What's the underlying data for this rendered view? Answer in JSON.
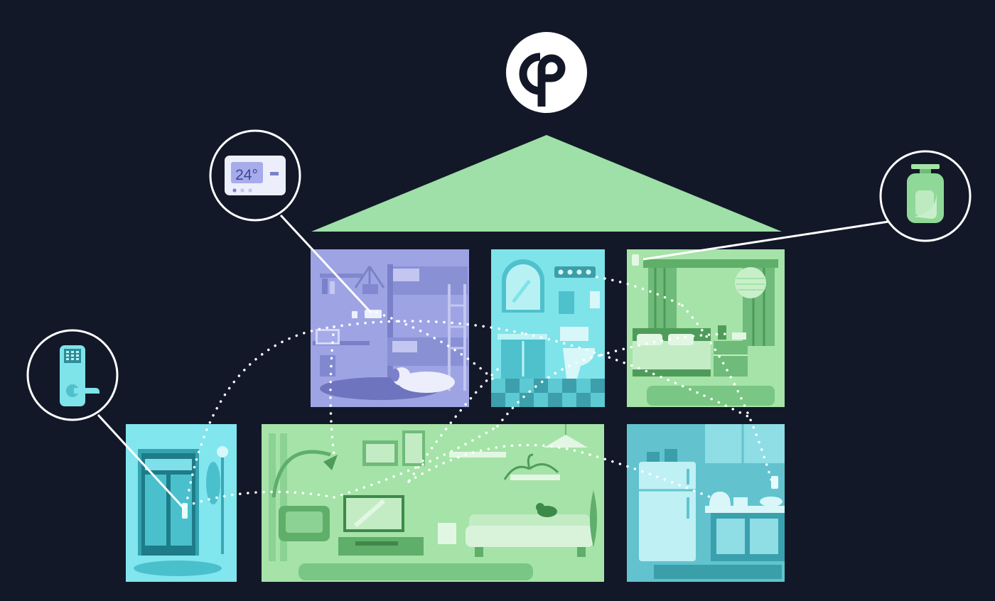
{
  "thermostat": {
    "temperature": "24°"
  },
  "colors": {
    "background": "#121827",
    "roof": "#9ee0a8",
    "bedroom_kids": "#a6acea",
    "bathroom": "#7fe3ea",
    "bedroom_main": "#a5e3a8",
    "entrance": "#82e6ee",
    "living_room": "#a5e3a8",
    "kitchen": "#62c3cf",
    "link_line": "#ffffff"
  },
  "devices": [
    {
      "name": "smart-lock",
      "room": "entrance"
    },
    {
      "name": "smart-thermostat",
      "room": "bedroom-kids"
    },
    {
      "name": "smart-sensor",
      "room": "bedroom-main"
    }
  ]
}
